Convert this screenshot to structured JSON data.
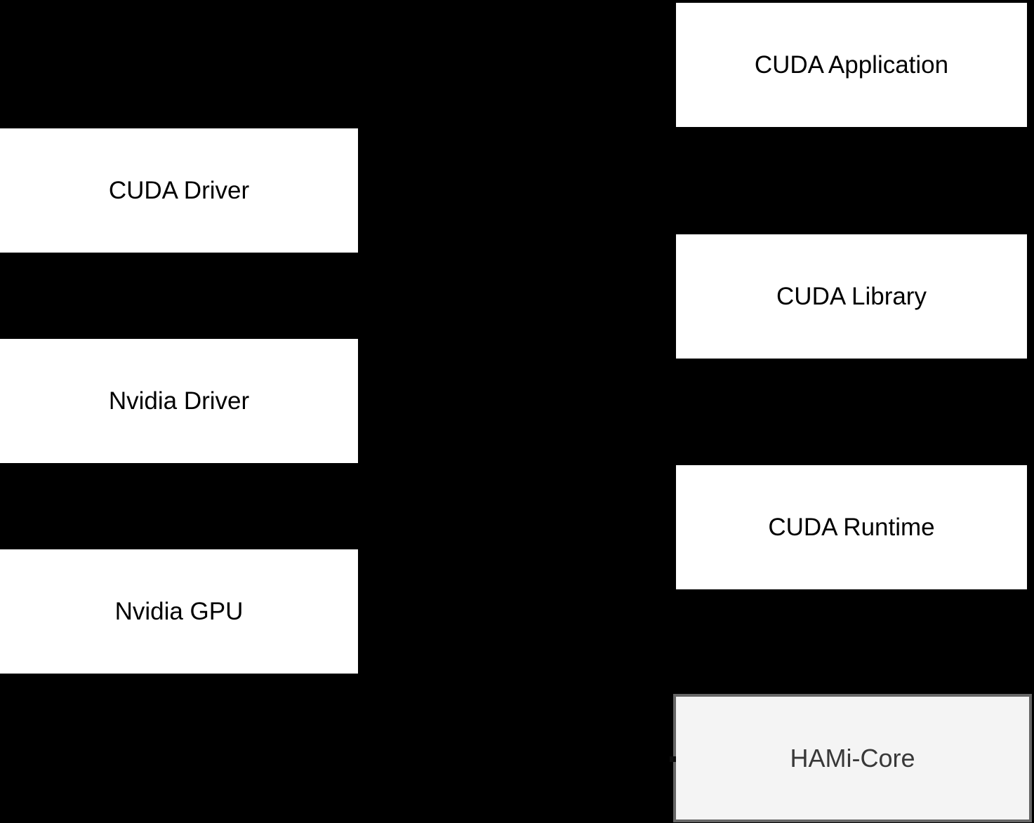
{
  "diagram": {
    "title": "CUDA / HAMi-Core stack diagram",
    "background_color": "#000000",
    "left_column": {
      "boxes": [
        {
          "label": "CUDA Driver"
        },
        {
          "label": "Nvidia Driver"
        },
        {
          "label": "Nvidia GPU"
        }
      ]
    },
    "right_column": {
      "boxes": [
        {
          "label": "CUDA Application"
        },
        {
          "label": "CUDA Library"
        },
        {
          "label": "CUDA Runtime"
        }
      ]
    },
    "hami_box": {
      "label": "HAMi-Core",
      "fill": "#f4f4f4",
      "border_color": "#666666",
      "text_color": "#383838"
    },
    "node_style": {
      "fill": "#ffffff",
      "text_color": "#000000"
    },
    "connectors": {
      "note": "arrowhead-tip-notch-on-hami-core-left-border",
      "color": "#0d0d0d"
    }
  }
}
